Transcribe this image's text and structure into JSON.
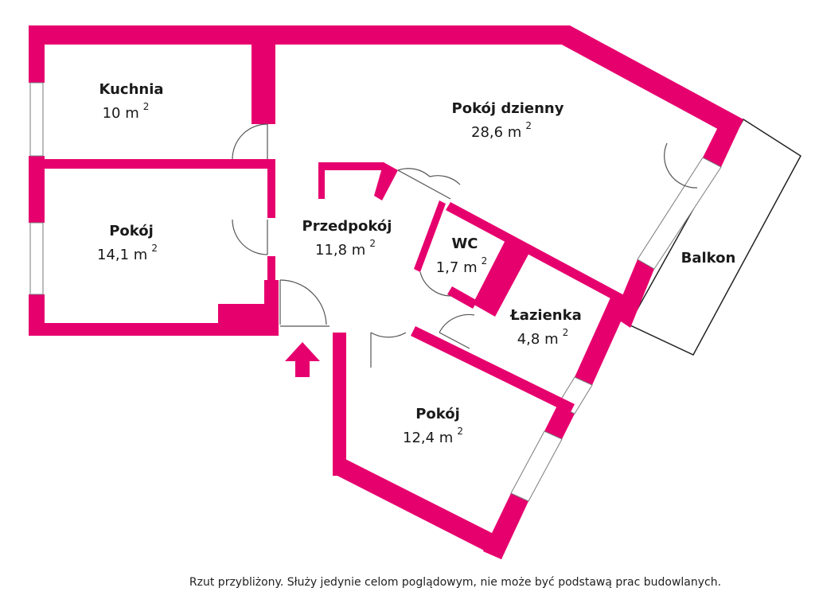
{
  "colors": {
    "wall": "#e6006e",
    "entrance_arrow": "#e6006e"
  },
  "rooms": {
    "kuchnia": {
      "name": "Kuchnia",
      "area": "10 m",
      "unit_exp": "2"
    },
    "pokoj_lewy": {
      "name": "Pokój",
      "area": "14,1 m",
      "unit_exp": "2"
    },
    "przedpokoj": {
      "name": "Przedpokój",
      "area": "11,8 m",
      "unit_exp": "2"
    },
    "wc": {
      "name": "WC",
      "area": "1,7 m",
      "unit_exp": "2"
    },
    "lazienka": {
      "name": "Łazienka",
      "area": "4,8 m",
      "unit_exp": "2"
    },
    "pokoj_dzienny": {
      "name": "Pokój dzienny",
      "area": "28,6 m",
      "unit_exp": "2"
    },
    "pokoj_dolny": {
      "name": "Pokój",
      "area": "12,4 m",
      "unit_exp": "2"
    },
    "balkon": {
      "name": "Balkon"
    }
  },
  "entrance": {
    "icon": "up-arrow-icon"
  },
  "footer": {
    "disclaimer": "Rzut przybliżony. Służy jedynie celom poglądowym, nie może być podstawą prac budowlanych."
  }
}
